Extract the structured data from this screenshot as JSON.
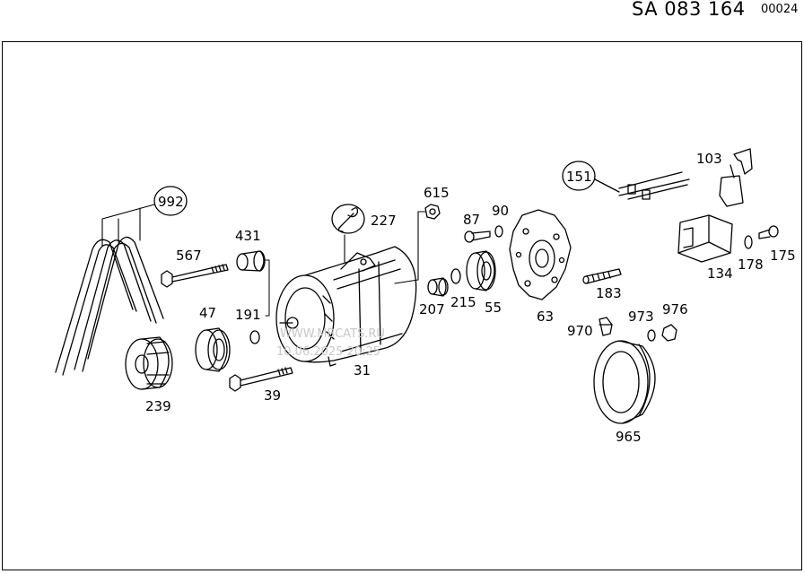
{
  "header": {
    "code": "SA 083 164",
    "sheet": "00024"
  },
  "watermark": {
    "line1": "WWW.MBCATS.RU",
    "line2": "10.06.2025 20:25"
  },
  "callouts": {
    "c992": "992",
    "c151": "151",
    "c227": "227",
    "p615": "615",
    "p87": "87",
    "p90": "90",
    "p103": "103",
    "p567": "567",
    "p431": "431",
    "p191": "191",
    "p47": "47",
    "p239": "239",
    "p39": "39",
    "p31": "31",
    "p207": "207",
    "p215": "215",
    "p55": "55",
    "p63": "63",
    "p183": "183",
    "p134": "134",
    "p178": "178",
    "p175": "175",
    "p970": "970",
    "p973": "973",
    "p976": "976",
    "p965": "965"
  },
  "icons": {
    "c227": "wrench-icon"
  }
}
